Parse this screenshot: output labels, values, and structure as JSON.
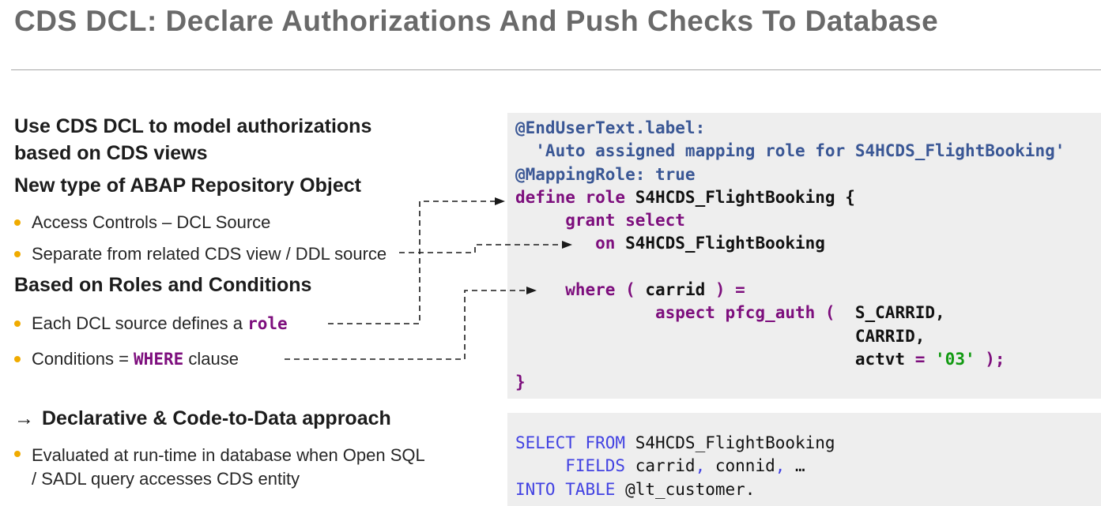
{
  "title": "CDS DCL: Declare Authorizations And Push Checks To Database",
  "left_panel": {
    "heading1_line1": "Use CDS DCL to model authorizations",
    "heading1_line2": "based on CDS views",
    "heading2": "New type of ABAP Repository Object",
    "bullet1": "Access Controls – DCL Source",
    "bullet2": "Separate from related CDS view / DDL source",
    "heading3": "Based on Roles and Conditions",
    "bullet_role": {
      "prefix": "Each DCL source defines a ",
      "code": "role"
    },
    "bullet_where": {
      "prefix": "Conditions = ",
      "code": "WHERE",
      "suffix": " clause"
    },
    "heading4_arrow": "→",
    "heading4": "Declarative & Code-to-Data approach",
    "bullet_eval_line1": "Evaluated at run-time in database when Open SQL",
    "bullet_eval_line2": "/ SADL query accesses CDS entity"
  },
  "code_block_1": {
    "lines": [
      [
        {
          "t": "@EndUserText.label:",
          "c": "annot"
        }
      ],
      [
        {
          "t": "  'Auto assigned mapping role for S4HCDS_FlightBooking'",
          "c": "annot"
        }
      ],
      [
        {
          "t": "@MappingRole: true",
          "c": "annot"
        }
      ],
      [
        {
          "t": "define role ",
          "c": "purple"
        },
        {
          "t": "S4HCDS_FlightBooking {",
          "c": "plain"
        }
      ],
      [
        {
          "t": "     grant select",
          "c": "purple"
        }
      ],
      [
        {
          "t": "        on ",
          "c": "purple"
        },
        {
          "t": "S4HCDS_FlightBooking",
          "c": "plain"
        }
      ],
      [],
      [
        {
          "t": "     where ( ",
          "c": "purple"
        },
        {
          "t": "carrid",
          "c": "plain"
        },
        {
          "t": " ) =",
          "c": "purple"
        }
      ],
      [
        {
          "t": "              aspect pfcg_auth (  ",
          "c": "purple"
        },
        {
          "t": "S_CARRID,",
          "c": "plain"
        }
      ],
      [
        {
          "t": "                                  CARRID,",
          "c": "plain"
        }
      ],
      [
        {
          "t": "                                  actvt ",
          "c": "plain"
        },
        {
          "t": "= ",
          "c": "purple"
        },
        {
          "t": "'03'",
          "c": "green"
        },
        {
          "t": " );",
          "c": "purple"
        }
      ],
      [
        {
          "t": "}",
          "c": "purple"
        }
      ]
    ]
  },
  "code_block_2": {
    "lines": [
      [
        {
          "t": "SELECT FROM ",
          "c": "blue"
        },
        {
          "t": "S4HCDS_FlightBooking",
          "c": "plain"
        }
      ],
      [
        {
          "t": "     FIELDS ",
          "c": "blue"
        },
        {
          "t": "carrid",
          "c": "plain"
        },
        {
          "t": ", ",
          "c": "blue"
        },
        {
          "t": "connid",
          "c": "plain"
        },
        {
          "t": ", ",
          "c": "blue"
        },
        {
          "t": "…",
          "c": "plain"
        }
      ],
      [
        {
          "t": "INTO TABLE ",
          "c": "blue"
        },
        {
          "t": "@lt_customer.",
          "c": "plain"
        }
      ]
    ]
  },
  "colors": {
    "title_gray": "#6a6a6a",
    "bullet_gold": "#F0AB00",
    "keyword_purple": "#7D0E7D",
    "annotation_blue": "#3A5795",
    "sql_keyword_blue": "#4242E2",
    "string_green": "#129A12",
    "code_background": "#EEEEEE"
  }
}
